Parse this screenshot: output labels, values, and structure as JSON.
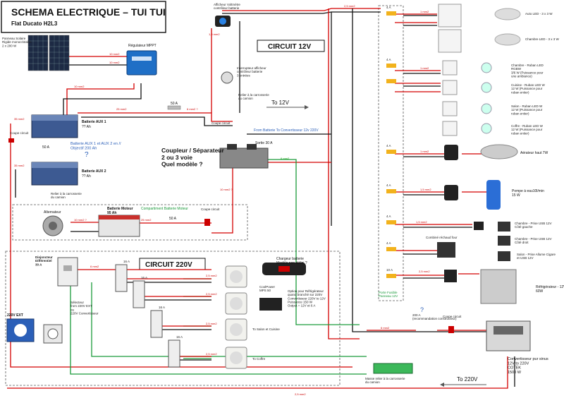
{
  "title": {
    "main": "SCHEMA ELECTRIQUE – TUI TUI",
    "sub": "Flat Ducato H2L3"
  },
  "sections": {
    "circuit12": "CIRCUIT 12V",
    "circuit220": "CIRCUIT 220V",
    "compartiment": "Compartiment Batterie Moteur",
    "fusible_box": "Porte Fusible\nPanneau 12V"
  },
  "components": {
    "solar": "Panneau Solaire\nRigide monocristallin\n2 x 200 W",
    "mppt": "Régulateur MPPT",
    "voltmeter": "Afficheur Voltmètre\ncontrôleur batterie",
    "voltmeter_switch": "Interrupteur afficheur\ncontrôleur batterie\n3 entrées",
    "masse_caisse": "Relier à la carrosserie\ndu camion",
    "batt_aux1": "Batterie AUX 1",
    "batt_aux1_ah": "?? Ah",
    "batt_aux2": "Batterie AUX 2",
    "batt_aux2_ah": "?? Ah",
    "batt_note": "Batterie AUX 1 et AUX 2 en //\nObjectif 200 Ah",
    "masse_aux2": "Relier à la carrosserie\ndu camion",
    "coupleur": "Coupleur / Séparateur\n2 ou 3 voie\nQuel modèle ?",
    "sortie": "Sortie 30 A",
    "alternateur": "Alternateur",
    "batt_moteur": "Batterie Moteur\n95 Ah",
    "coupe_circuit": "Coupe circuit",
    "to12": "To 12V",
    "from_batt": "From Batterie To Convertisseur 12v 220V",
    "disj": "Disjoncteur\nDifférentiel\n30 A",
    "ext220": "220V EXT",
    "selecteur": "Sélecteur\nfrom 220V EXT\nou\n220V Convertisseur",
    "chargeur": "Chargeur batterie\nModèle non défini ?",
    "coolpower": "CoolPower\nMPS 50",
    "option": "Option pour Réfrigérateur\nquand branché sur 220V\nConvertisseur 220V to 12V\nPuissance 150 W\nOutput = 12V et 6 A",
    "to_salon": "To Salon et Cuisine",
    "to_coffre": "To Coffre",
    "masse_bas": "Masse relier à la carrosserie\ndu camion",
    "to220": "To 220V",
    "convertisseur": "Convertisseur pur sinus\n12V to 220V\nCOTEK\n1500 W",
    "fuse_200": "200 A\n(recommandation constructeur)",
    "coupe_circuit2": "Coupe circuit",
    "auto_led1": "Auto LED - 3 x 3 W",
    "auto_led2": "Chambre LED - 3 x 3 W",
    "ruban1": "Chambre - Ruban LED\nRGBW\n3/6 W (Puissance pour\nune ambiance)",
    "ruban2": "Cuisine - Ruban LED W\n12 W (Puissance pour\nruban entier)",
    "ruban3": "Salon - Ruban LED W\n12 W (Puissance pour\nruban entier)",
    "ruban4": "Coffre - Ruban LED W\n12 W (Puissance pour\nruban entier)",
    "aerateur": "Aérateur haut 7W",
    "pompe": "Pompe à eau10l/min\n15 W",
    "prise1": "Chambre - Prise USB 12V\nCôté gauche",
    "prise2": "Chambre - Prise USB 12V\nCôté droit",
    "prise3": "Salon - Prise Allume Cigare\net USB 12V",
    "combine": "Combiné réchaud four",
    "frigo": "Réfrigérateur - 12V\n60W"
  },
  "values": {
    "a4": "4 A",
    "a5": "5 A",
    "a10": "10 A",
    "a16": "16 A",
    "a50": "50 A",
    "a30": "30 A",
    "a200": "200 A"
  },
  "wires": {
    "w1": "1 mm2",
    "w15": "1,5 mm2",
    "w25": "2,5 mm2",
    "w4": "4 mm2",
    "w6": "6 mm2",
    "w10": "10 mm2",
    "w16": "16 mm2",
    "w25b": "25 mm2",
    "w35": "35 mm2",
    "wq": "6 mm2 ?",
    "wq16": "16 mm2 ?",
    "w10q": "10 mm2 ?"
  },
  "colors": {
    "red": "#d40000",
    "black": "#111111",
    "green": "#1a9a3a",
    "blue": "#2b5fb8"
  }
}
